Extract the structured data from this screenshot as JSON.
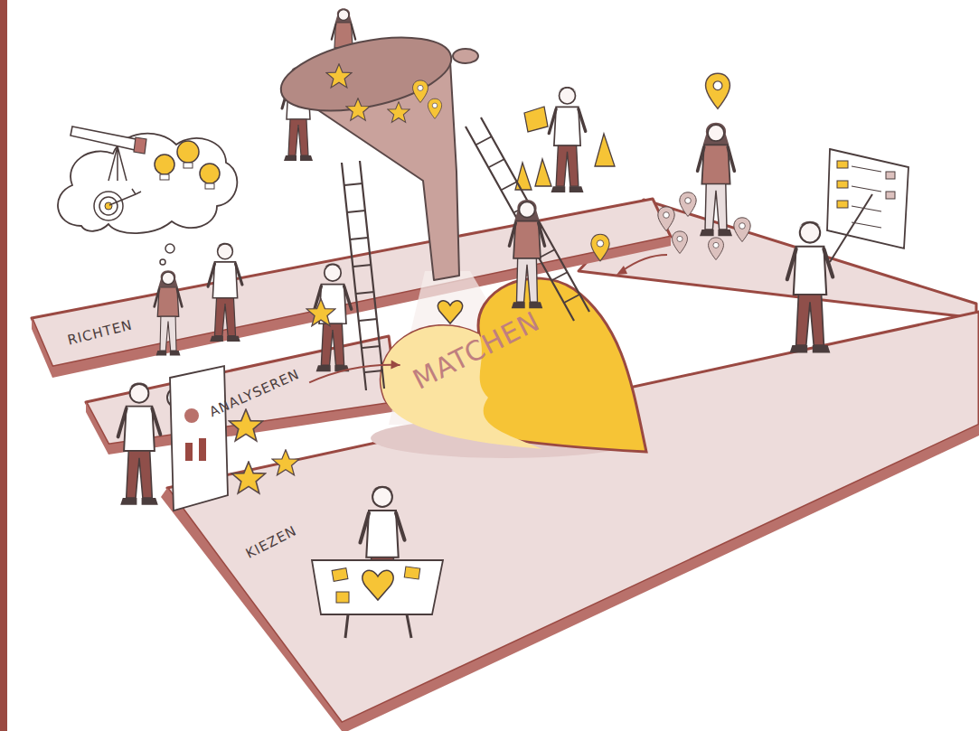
{
  "diagram": {
    "nodes": [
      {
        "text": [
          "RICHTEN"
        ]
      },
      {
        "text": [
          "ANALYSEREN"
        ]
      },
      {
        "text": [
          "KIEZEN"
        ]
      },
      {
        "text": [
          "MATCHEN"
        ]
      }
    ],
    "edges": [
      {
        "from": 1,
        "to": 3,
        "arrow": "to"
      }
    ]
  }
}
